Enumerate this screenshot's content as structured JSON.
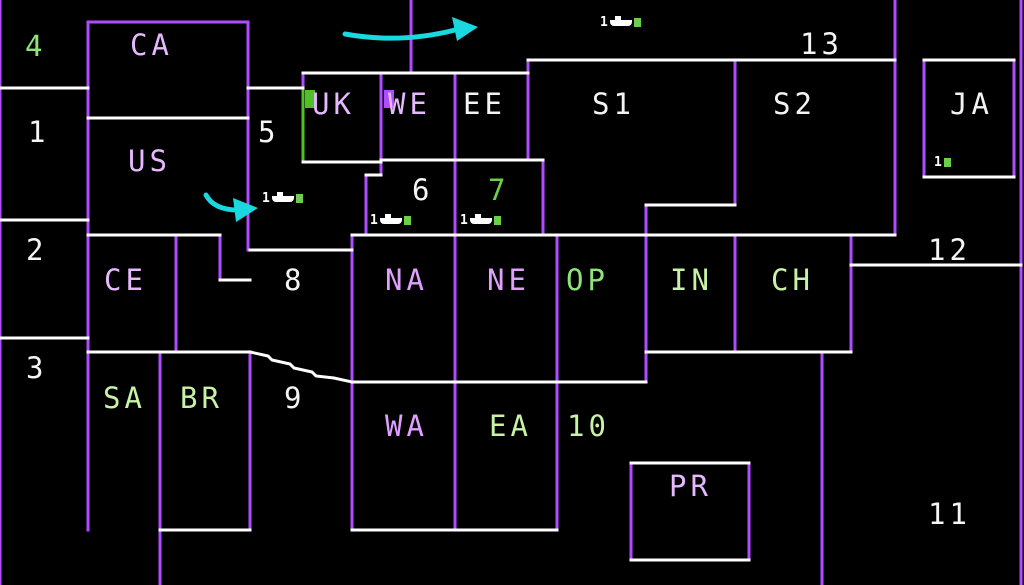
{
  "colors": {
    "background": "#000000",
    "border_white": "#ffffff",
    "border_purple": "#b04cff",
    "border_green": "#4fbf2a",
    "arrow_cyan": "#19d8e0",
    "label_green": "#8fe37a",
    "label_purple": "#e0a0ff"
  },
  "regions": [
    {
      "id": "4",
      "text": "4"
    },
    {
      "id": "1",
      "text": "1"
    },
    {
      "id": "2",
      "text": "2"
    },
    {
      "id": "3",
      "text": "3"
    },
    {
      "id": "ca",
      "text": "CA"
    },
    {
      "id": "us",
      "text": "US"
    },
    {
      "id": "5",
      "text": "5"
    },
    {
      "id": "uk",
      "text": "UK"
    },
    {
      "id": "we",
      "text": "WE"
    },
    {
      "id": "ee",
      "text": "EE"
    },
    {
      "id": "s1",
      "text": "S1"
    },
    {
      "id": "s2",
      "text": "S2"
    },
    {
      "id": "13",
      "text": "13"
    },
    {
      "id": "ja",
      "text": "JA"
    },
    {
      "id": "6",
      "text": "6"
    },
    {
      "id": "7",
      "text": "7"
    },
    {
      "id": "12",
      "text": "12"
    },
    {
      "id": "ce",
      "text": "CE"
    },
    {
      "id": "8",
      "text": "8"
    },
    {
      "id": "na",
      "text": "NA"
    },
    {
      "id": "ne",
      "text": "NE"
    },
    {
      "id": "op",
      "text": "OP"
    },
    {
      "id": "in",
      "text": "IN"
    },
    {
      "id": "ch",
      "text": "CH"
    },
    {
      "id": "sa",
      "text": "SA"
    },
    {
      "id": "br",
      "text": "BR"
    },
    {
      "id": "9",
      "text": "9"
    },
    {
      "id": "wa",
      "text": "WA"
    },
    {
      "id": "ea",
      "text": "EA"
    },
    {
      "id": "10",
      "text": "10"
    },
    {
      "id": "pr",
      "text": "PR"
    },
    {
      "id": "11",
      "text": "11"
    }
  ],
  "units": [
    {
      "id": "top",
      "count": "1",
      "icon": "ship-icon"
    },
    {
      "id": "mid",
      "count": "1",
      "icon": "ship-icon"
    },
    {
      "id": "u6",
      "count": "1",
      "icon": "ship-icon"
    },
    {
      "id": "u7",
      "count": "1",
      "icon": "ship-icon"
    },
    {
      "id": "ja",
      "count": "1",
      "icon": "ship-icon"
    }
  ],
  "arrows": [
    {
      "id": "arrow-top",
      "icon": "move-arrow-icon"
    },
    {
      "id": "arrow-mid",
      "icon": "move-arrow-icon"
    }
  ]
}
